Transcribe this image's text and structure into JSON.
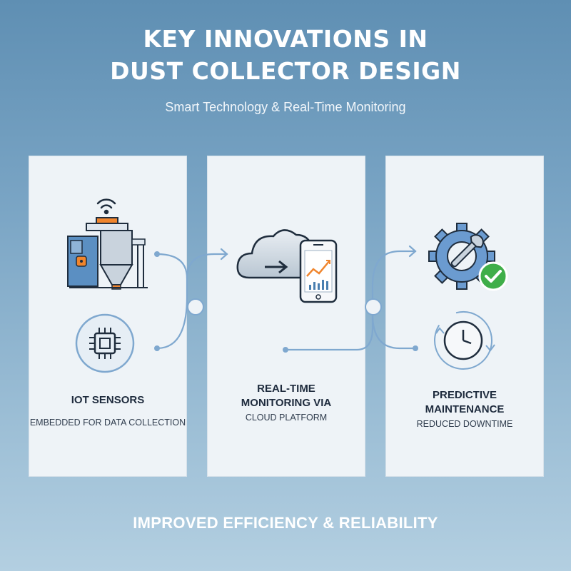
{
  "title": {
    "line1": "KEY INNOVATIONS IN",
    "line2": "DUST COLLECTOR DESIGN"
  },
  "subtitle": "Smart Technology & Real-Time Monitoring",
  "panels": [
    {
      "label": "IOT SENSORS",
      "description": "EMBEDDED FOR DATA COLLECTION",
      "icons": [
        "dust-collector-icon",
        "wifi-icon",
        "chip-icon"
      ]
    },
    {
      "label_line1": "REAL-TIME",
      "label_line2": "MONITORING VIA",
      "description": "CLOUD PLATFORM",
      "icons": [
        "cloud-icon",
        "smartphone-chart-icon"
      ]
    },
    {
      "label_line1": "PREDICTIVE",
      "label_line2": "MAINTENANCE",
      "description": "REDUCED DOWNTIME",
      "icons": [
        "gear-wrench-icon",
        "checkmark-icon",
        "clock-icon"
      ]
    }
  ],
  "footer": "IMPROVED EFFICIENCY & RELIABILITY",
  "colors": {
    "accent_orange": "#f0852d",
    "accent_blue": "#4a7fb0",
    "check_green": "#3fae49",
    "connector": "#7fa8cf"
  }
}
